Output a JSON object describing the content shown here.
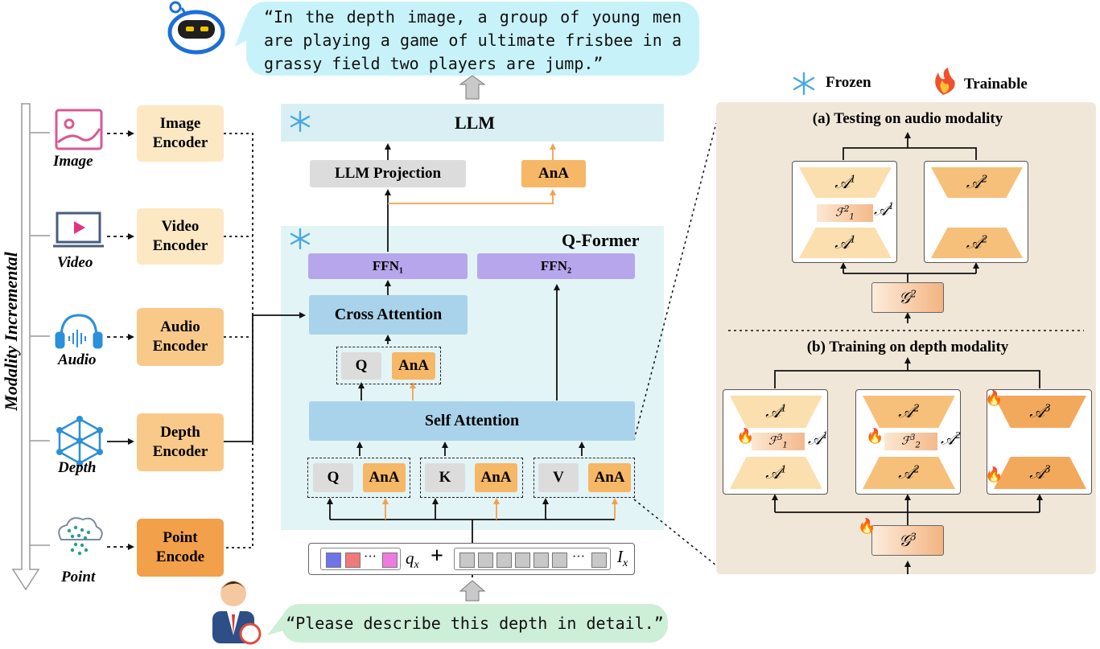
{
  "speech_top": "“In the depth image, a group of young men are playing a game of ultimate frisbee in a grassy field two players are jump.”",
  "speech_bottom": "“Please describe this depth in detail.”",
  "legend": {
    "frozen": "Frozen",
    "trainable": "Trainable"
  },
  "axis_label": "Modality Incremental",
  "modalities": [
    {
      "label": "Image",
      "encoder": "Image Encoder",
      "icon": "image-icon"
    },
    {
      "label": "Video",
      "encoder": "Video Encoder",
      "icon": "video-icon"
    },
    {
      "label": "Audio",
      "encoder": "Audio Encoder",
      "icon": "audio-icon"
    },
    {
      "label": "Depth",
      "encoder": "Depth Encoder",
      "icon": "depth-icon"
    },
    {
      "label": "Point",
      "encoder": "Point Encode",
      "icon": "point-cloud-icon"
    }
  ],
  "center": {
    "llm": "LLM",
    "llm_projection": "LLM Projection",
    "ana": "AnA",
    "qformer": "Q-Former",
    "ffn1": "FFN₁",
    "ffn2": "FFN₂",
    "cross_attention": "Cross Attention",
    "self_attention": "Self Attention",
    "q": "Q",
    "k": "K",
    "v": "V",
    "qx": "q",
    "qx_sub": "x",
    "plus": "+",
    "ix": "I",
    "ix_sub": "x",
    "dots": "···"
  },
  "right": {
    "title_a": "(a) Testing on audio modality",
    "title_b": "(b) Training on depth modality",
    "A": "𝒜",
    "F": "ℱ",
    "G": "𝒢",
    "sup1": "1",
    "sup2": "2",
    "sup3": "3",
    "sub1": "1",
    "sub2": "2"
  },
  "colors": {
    "encoder_light": "#fde8c4",
    "encoder_dark": "#f3a04a",
    "frozen_blue": "#a9d3ea",
    "ana_orange": "#f6b766",
    "panel_tan": "#f1e7d9",
    "speech_cyan": "#c8f2f9",
    "speech_green": "#cdeed7"
  }
}
